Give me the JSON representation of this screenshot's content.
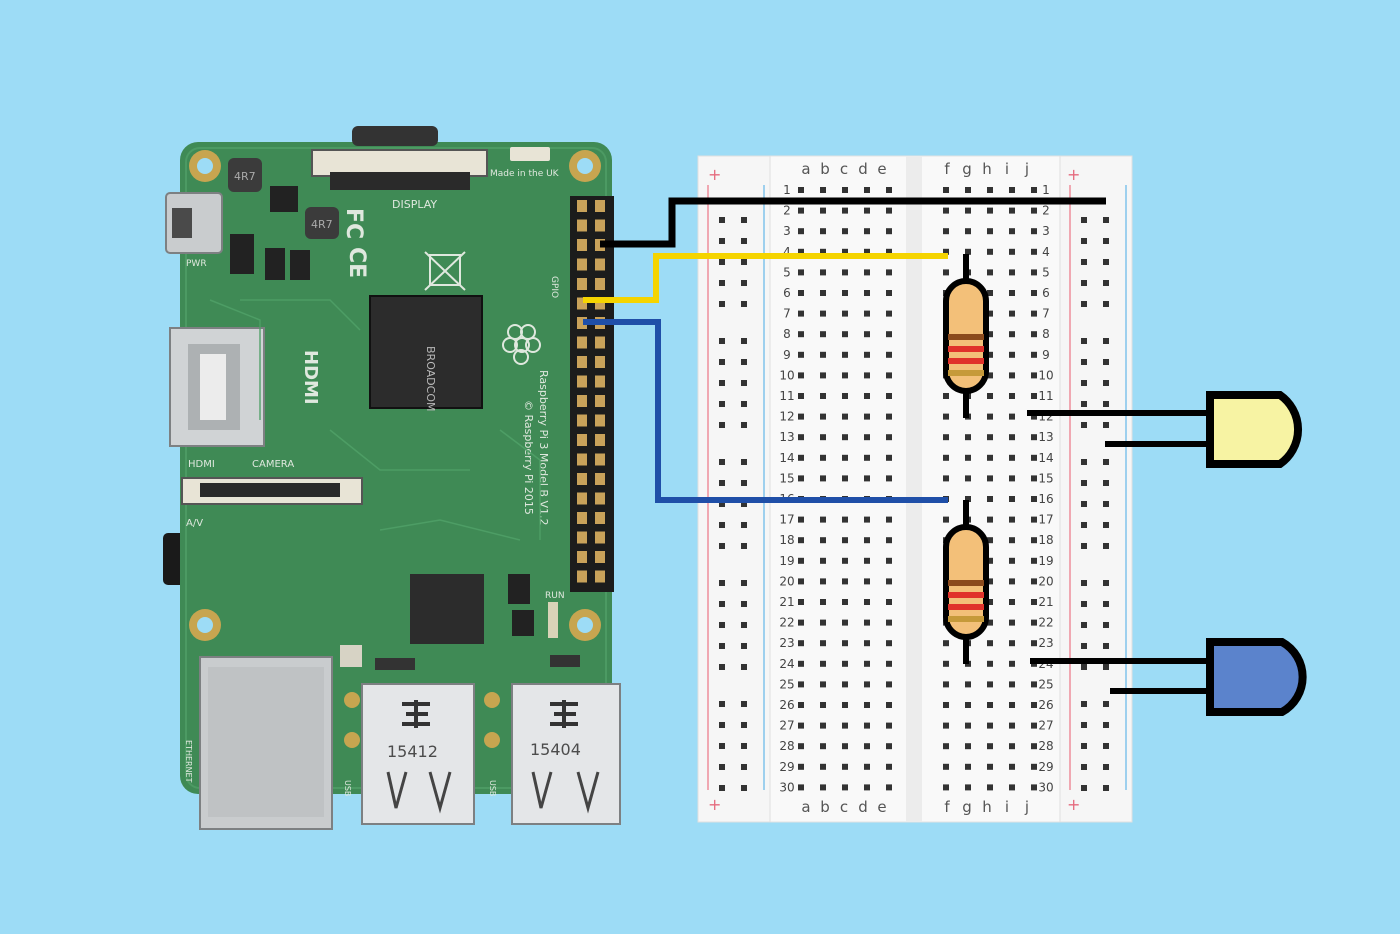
{
  "board": {
    "silkscreen": {
      "display": "DISPLAY",
      "camera": "CAMERA",
      "hdmi_port": "HDMI",
      "hdmi_vertical": "HDMI",
      "av": "A/V",
      "pwr": "PWR",
      "run": "RUN",
      "usb1": "USB",
      "usb2": "USB",
      "ethernet": "ETHERNET",
      "made_in": "Made in the UK",
      "model": "Raspberry Pi 3 Model B V1.2",
      "copyright": "© Raspberry Pi 2015",
      "broadcom": "BROADCOM",
      "inductor1": "4R7",
      "inductor2": "4R7",
      "gpio": "GPIO",
      "fc": "FC",
      "ce": "CE",
      "usb_port1": "15412",
      "usb_port2": "15404"
    }
  },
  "breadboard": {
    "column_labels_left": [
      "a",
      "b",
      "c",
      "d",
      "e"
    ],
    "column_labels_right": [
      "f",
      "g",
      "h",
      "i",
      "j"
    ],
    "row_count": 30,
    "rail_plus": "+"
  },
  "wires": {
    "gnd_color": "#000000",
    "signal1_color": "#f5d400",
    "signal2_color": "#1f4fa8"
  },
  "components": {
    "led1_color": "#f7f3a3",
    "led2_color": "#5b83cc",
    "resistor_body_color": "#f3c079",
    "resistor_band_colors": [
      "#8b4a1c",
      "#e0322b",
      "#e0322b",
      "#c69a3a"
    ]
  }
}
